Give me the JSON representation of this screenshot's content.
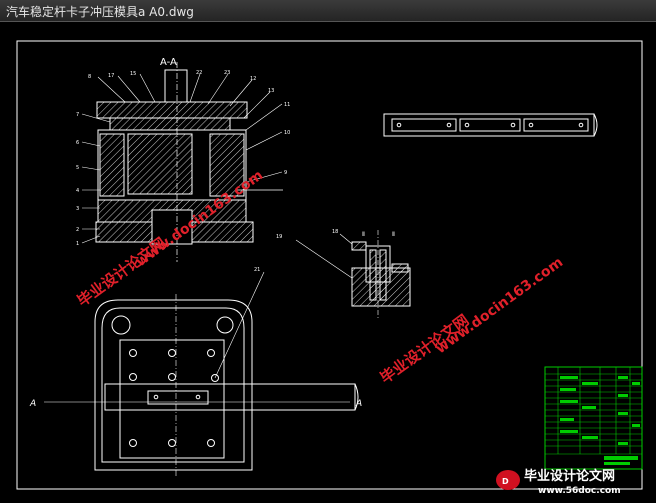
{
  "window": {
    "title": "汽车稳定杆卡子冲压模具a A0.dwg"
  },
  "drawing": {
    "section_label": "A-A",
    "section_marker_left": "A",
    "section_marker_right": "A",
    "detail_label_left": "Ⅱ",
    "detail_label_right": "Ⅱ",
    "part_numbers_top": [
      "8",
      "17",
      "15",
      "22",
      "23",
      "12",
      "13"
    ],
    "part_numbers_left": [
      "7",
      "6",
      "5",
      "4",
      "3",
      "2",
      "1"
    ],
    "part_numbers_right": [
      "11",
      "10",
      "9"
    ],
    "callout_detail": "19",
    "callout_plan": "21",
    "callout_detail_part": "18"
  },
  "watermarks": {
    "url": "www.docin163.com",
    "cn_text": "毕业设计论文网",
    "footer_cn": "毕业设计论文网",
    "footer_url": "www.56doc.com"
  },
  "colors": {
    "line": "#ffffff",
    "hatch": "#ffffff",
    "green": "#00cc00",
    "cyan": "#00c8ff",
    "watermark": "#e0202a"
  }
}
